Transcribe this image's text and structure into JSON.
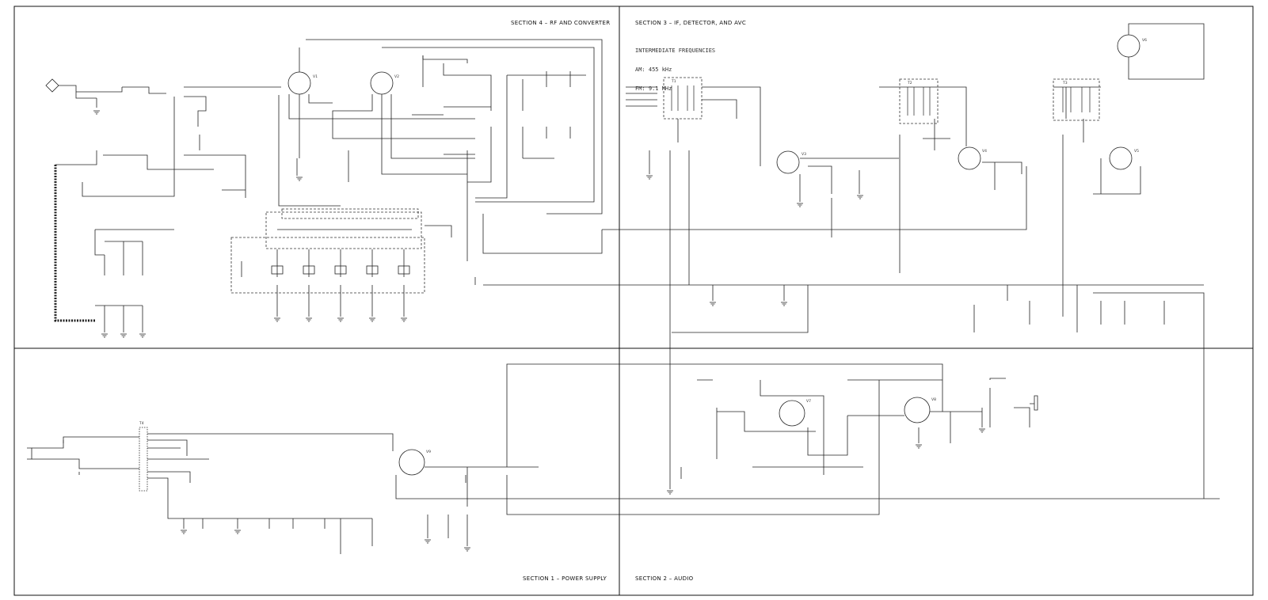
{
  "sections": {
    "s4": "SECTION 4 – RF AND CONVERTER",
    "s3": "SECTION 3 – IF, DETECTOR, AND AVC",
    "s1": "SECTION 1 – POWER SUPPLY",
    "s2": "SECTION 2 – AUDIO"
  },
  "if_note": {
    "title": "INTERMEDIATE FREQUENCIES",
    "am": "AM: 455 kHz",
    "fm": "FM: 9.1 MHz"
  },
  "colors": {
    "line": "#222222",
    "frame": "#111111",
    "dash": "#333333"
  },
  "parts": {
    "v1": "V1",
    "v2": "V2",
    "v3": "V3",
    "v4": "V4",
    "v5": "V5",
    "v6": "V6",
    "v7": "V7",
    "v8": "V8",
    "v9": "V9",
    "t1": "T1",
    "t2": "T2",
    "t3": "T3",
    "t4": "T4",
    "gnd": "GND"
  }
}
